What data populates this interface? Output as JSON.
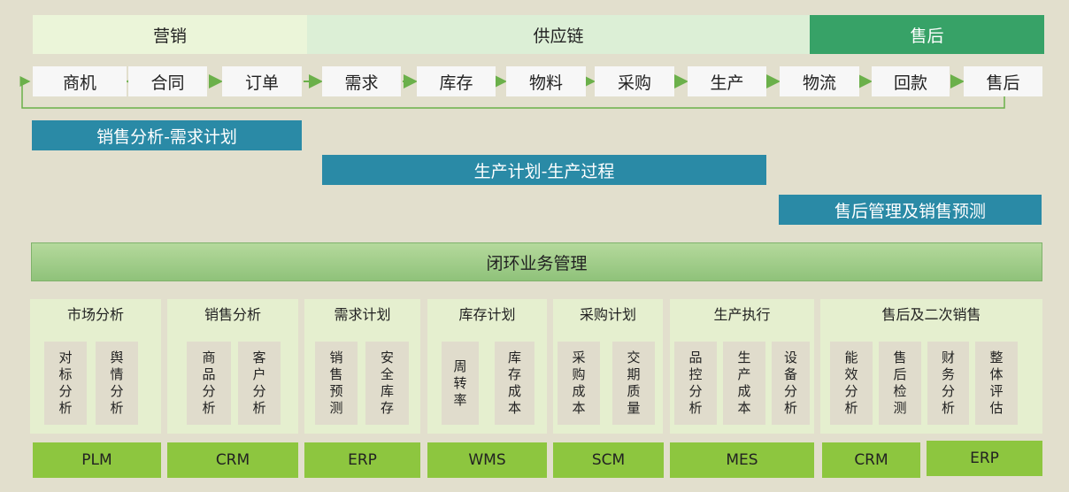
{
  "phases": [
    {
      "label": "营销"
    },
    {
      "label": "供应链"
    },
    {
      "label": "售后"
    }
  ],
  "steps": [
    {
      "label": "商机"
    },
    {
      "label": "合同"
    },
    {
      "label": "订单"
    },
    {
      "label": "需求"
    },
    {
      "label": "库存"
    },
    {
      "label": "物料"
    },
    {
      "label": "采购"
    },
    {
      "label": "生产"
    },
    {
      "label": "物流"
    },
    {
      "label": "回款"
    },
    {
      "label": "售后"
    }
  ],
  "plans": [
    {
      "label": "销售分析-需求计划"
    },
    {
      "label": "生产计划-生产过程"
    },
    {
      "label": "售后管理及销售预测"
    }
  ],
  "loop": {
    "label": "闭环业务管理"
  },
  "modules": [
    {
      "title": "市场分析",
      "subs": [
        "对标分析",
        "舆情分析"
      ],
      "system": "PLM"
    },
    {
      "title": "销售分析",
      "subs": [
        "商品分析",
        "客户分析"
      ],
      "system": "CRM"
    },
    {
      "title": "需求计划",
      "subs": [
        "销售预测",
        "安全库存"
      ],
      "system": "ERP"
    },
    {
      "title": "库存计划",
      "subs": [
        "周转率",
        "库存成本"
      ],
      "system": "WMS"
    },
    {
      "title": "采购计划",
      "subs": [
        "采购成本",
        "交期质量"
      ],
      "system": "SCM"
    },
    {
      "title": "生产执行",
      "subs": [
        "品控分析",
        "生产成本",
        "设备分析"
      ],
      "system": "MES"
    },
    {
      "title": "售后及二次销售",
      "subs": [
        "能效分析",
        "售后检测",
        "财务分析",
        "整体评估"
      ],
      "system": [
        "CRM",
        "ERP"
      ]
    }
  ],
  "colors": {
    "arrow": "#6bb04a",
    "plan": "#2a8aa6",
    "aftersale": "#37a267",
    "system": "#8dc63f"
  }
}
